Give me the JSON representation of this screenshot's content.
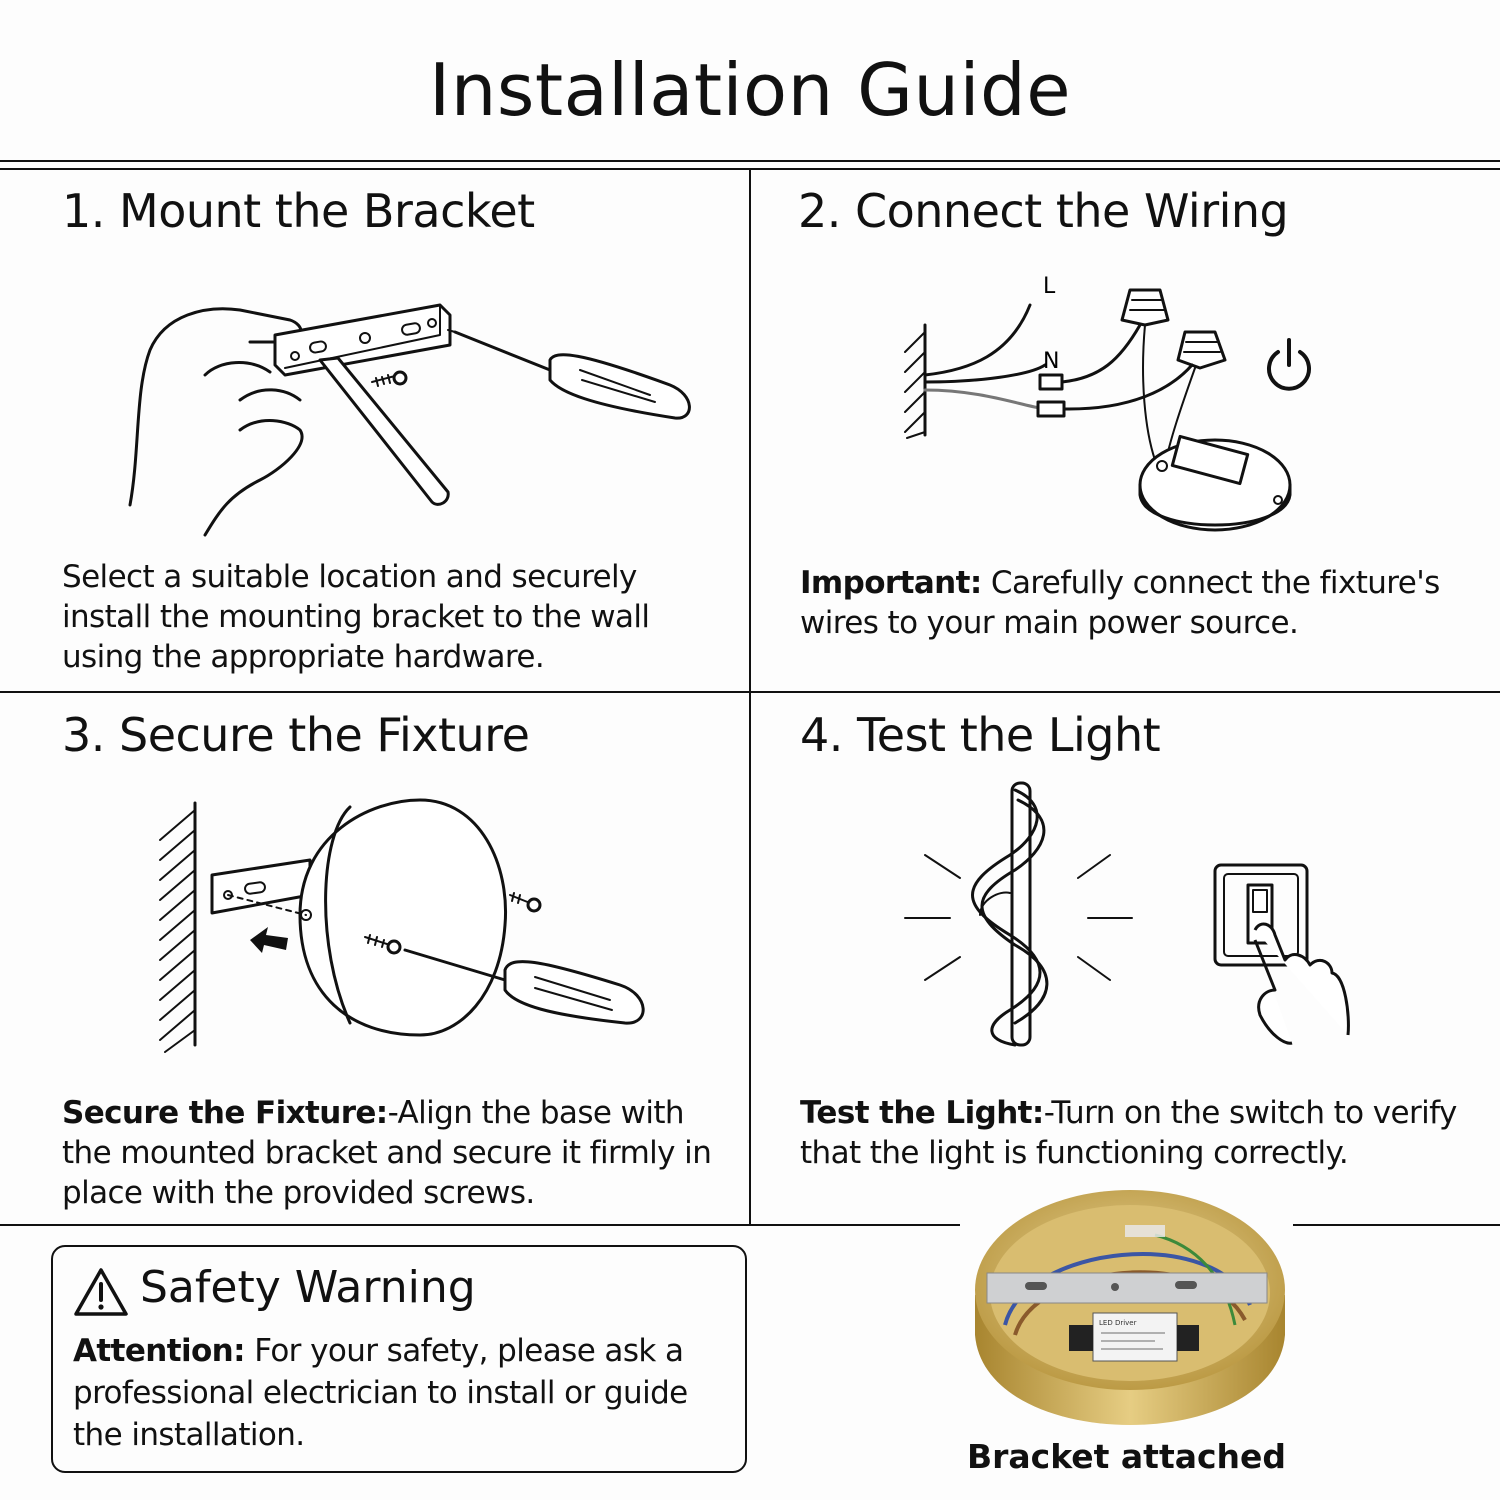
{
  "title": "Installation Guide",
  "steps": [
    {
      "heading": "1. Mount the Bracket",
      "text": "Select a suitable location and securely install the mounting bracket to the wall using the appropriate hardware."
    },
    {
      "heading": "2. Connect the Wiring",
      "lead": "Important:",
      "text": " Carefully connect the fixture's wires to your main power source.",
      "wire_labels": {
        "live": "L",
        "neutral": "N"
      }
    },
    {
      "heading": "3. Secure the Fixture",
      "lead": "Secure the Fixture:",
      "text": "-Align the base with the mounted bracket and secure it firmly in place with the provided screws."
    },
    {
      "heading": "4. Test the Light",
      "lead": "Test the Light:",
      "text": "-Turn on the switch to verify that the light is functioning correctly."
    }
  ],
  "safety": {
    "heading": "Safety Warning",
    "lead": "Attention:",
    "text": " For your safety, please ask a professional electrician to install or guide the installation.",
    "icon": "warning-triangle-icon"
  },
  "photo": {
    "caption": "Bracket attached",
    "label_small": "LED Driver"
  },
  "colors": {
    "ink": "#111111",
    "background": "#fdfdfd",
    "brass": "#c9a54a"
  }
}
